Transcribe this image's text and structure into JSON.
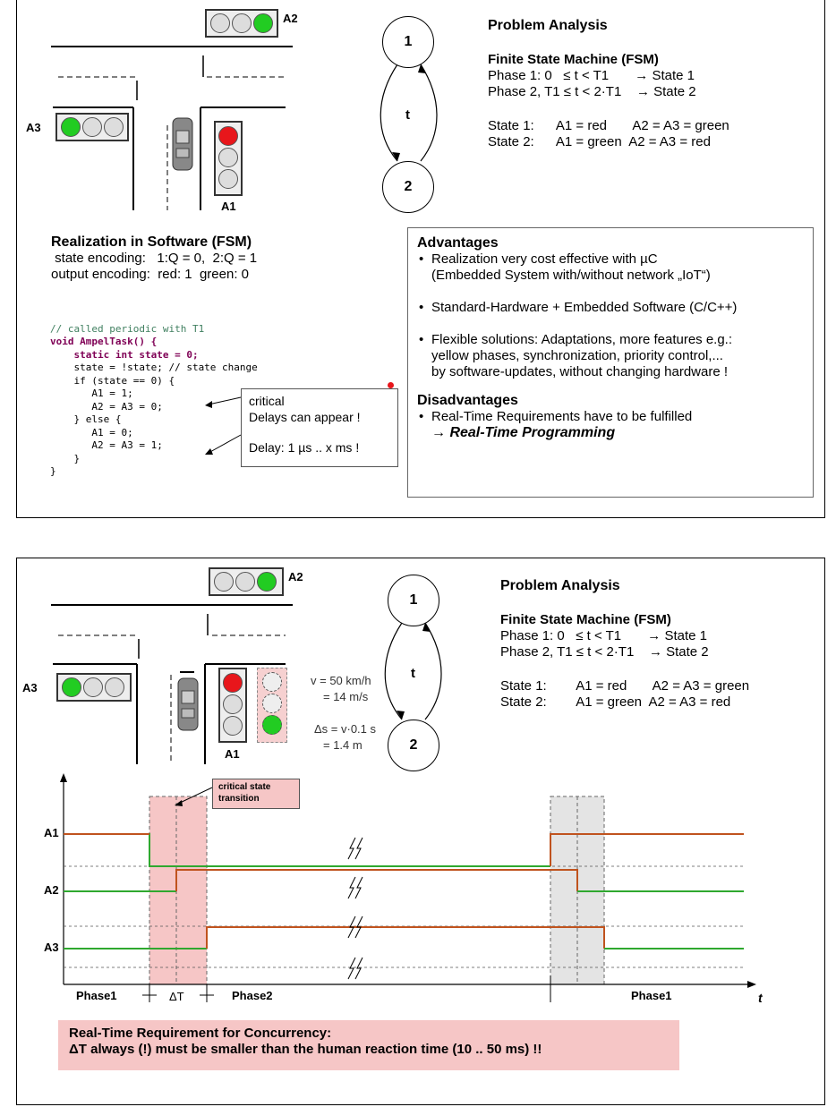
{
  "slide1": {
    "light_a2": "A2",
    "light_a3": "A3",
    "light_a1": "A1",
    "state1": "1",
    "state2": "2",
    "transition": "t",
    "problem_title": "Problem Analysis",
    "fsm_title": "Finite State Machine (FSM)",
    "phase1_line": "Phase 1: 0   ≤ t < T1       → State 1",
    "phase2_line": "Phase 2, T1 ≤ t < 2·T1    → State 2",
    "state1_line": "State 1:      A1 = red       A2 = A3 = green",
    "state2_line": "State 2:      A1 = green  A2 = A3 = red",
    "realization_title": "Realization in Software (FSM)",
    "state_encoding": " state encoding:   1:Q = 0,  2:Q = 1",
    "output_encoding": "output encoding:  red: 1  green: 0",
    "code": [
      "// called periodic with T1",
      "void AmpelTask() {",
      "    static int state = 0;",
      "    state = !state; // state change",
      "    if (state == 0) {",
      "       A1 = 1;",
      "       A2 = A3 = 0;",
      "    } else {",
      "       A1 = 0;",
      "       A2 = A3 = 1;",
      "    }",
      "}"
    ],
    "callout_critical": "critical",
    "callout_delays": "Delays can appear !",
    "callout_delay": "Delay: 1 µs .. x ms !",
    "advantages_title": "Advantages",
    "adv1a": "Realization very cost effective with µC",
    "adv1b": "(Embedded System with/without network „IoT“)",
    "adv2": "Standard-Hardware + Embedded Software (C/C++)",
    "adv3a": "Flexible solutions: Adaptations, more features e.g.:",
    "adv3b": "yellow phases, synchronization, priority control,...",
    "adv3c": "by software-updates, without changing hardware !",
    "disadvantages_title": "Disadvantages",
    "dis1": "Real-Time Requirements have to be fulfilled",
    "dis2": "→ Real-Time Programming"
  },
  "slide2": {
    "light_a2": "A2",
    "light_a3": "A3",
    "light_a1": "A1",
    "state1": "1",
    "state2": "2",
    "transition": "t",
    "speed1": "v = 50 km/h",
    "speed2": "= 14 m/s",
    "dist1": "Δs = v·0.1 s",
    "dist2": "= 1.4 m",
    "problem_title": "Problem Analysis",
    "fsm_title": "Finite State Machine (FSM)",
    "phase1_line": "Phase 1: 0   ≤ t < T1       → State 1",
    "phase2_line": "Phase 2, T1 ≤ t < 2·T1    → State 2",
    "state1_line": "State 1:        A1 = red       A2 = A3 = green",
    "state2_line": "State 2:        A1 = green  A2 = A3 = red",
    "timing_a1": "A1",
    "timing_a2": "A2",
    "timing_a3": "A3",
    "critical_label_1": "critical state",
    "critical_label_2": "transition",
    "phase1_left": "Phase1",
    "delta_t": "ΔT",
    "phase2": "Phase2",
    "phase1_right": "Phase1",
    "t_axis": "t",
    "req_line1": "Real-Time Requirement for Concurrency:",
    "req_line2": "ΔT always (!) must be smaller than the human reaction time (10 .. 50 ms) !!"
  },
  "colors": {
    "red": "#e8161b",
    "green": "#22cc22",
    "signal_red": "#c0531e",
    "signal_green": "#2fa82f",
    "pink": "#f6c6c6",
    "grey_zone": "#e4e4e4"
  }
}
